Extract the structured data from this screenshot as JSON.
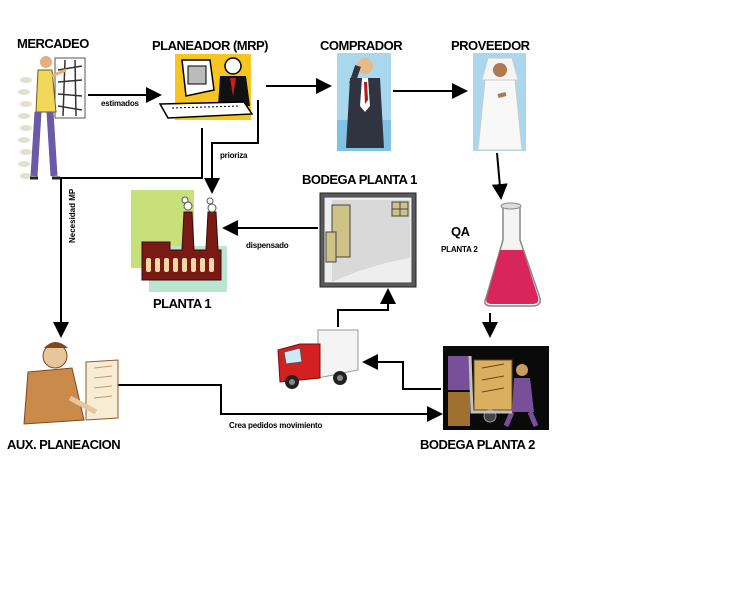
{
  "nodes": {
    "mercadeo": "MERCADEO",
    "planeador": "PLANEADOR (MRP)",
    "comprador": "COMPRADOR",
    "proveedor": "PROVEEDOR",
    "bodega_planta_1": "BODEGA PLANTA 1",
    "qa": "QA",
    "qa_sub": "PLANTA 2",
    "planta_1": "PLANTA 1",
    "aux_planeacion": "AUX. PLANEACION",
    "bodega_planta_2": "BODEGA PLANTA 2"
  },
  "edges": {
    "estimados": "estimados",
    "prioriza": "prioriza",
    "necesidad_mp": "Necesidad MP",
    "dispensado": "dispensado",
    "crea_pedidos": "Crea pedidos movimiento"
  },
  "colors": {
    "arrow": "#000000",
    "flask": "#d9265a",
    "truck_cab": "#d42020",
    "factory_bg_green": "#c8e07a",
    "factory_bg_mint": "#b9e6d0",
    "factory": "#7a1a14"
  }
}
